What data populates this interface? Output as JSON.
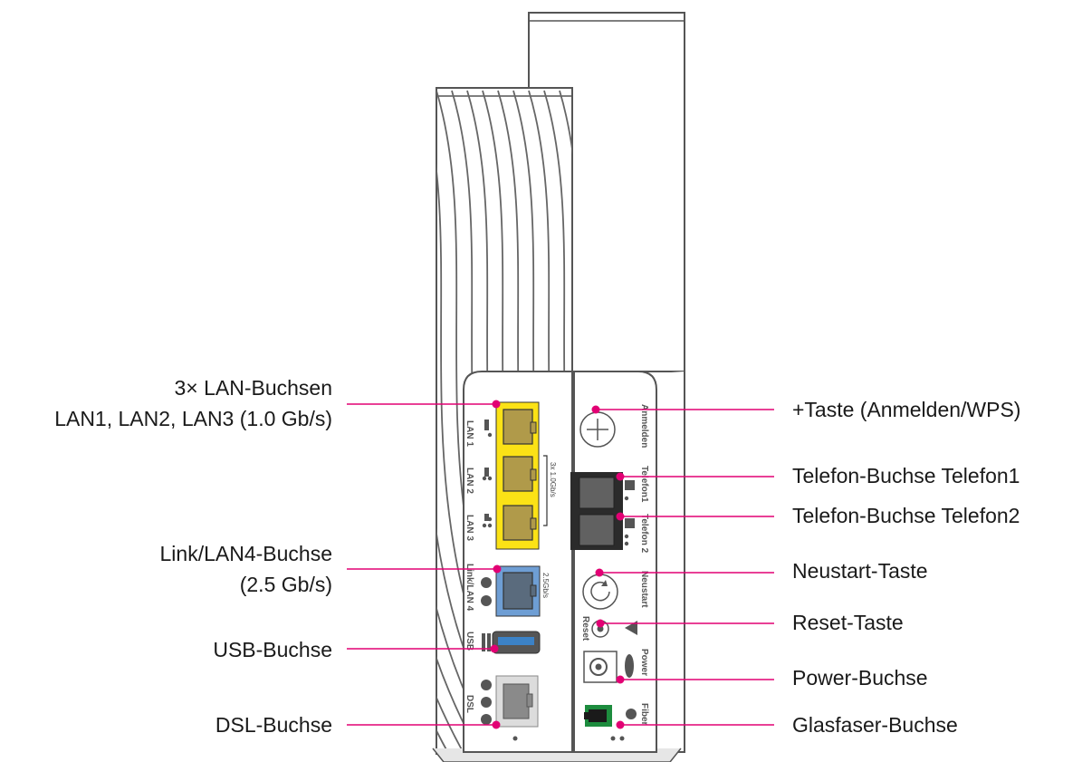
{
  "accent_color": "#e20074",
  "callouts_left": [
    {
      "id": "lan",
      "lines": [
        "3× LAN-Buchsen",
        "LAN1, LAN2, LAN3 (1.0 Gb/s)"
      ]
    },
    {
      "id": "link",
      "lines": [
        "Link/LAN4-Buchse",
        "(2.5 Gb/s)"
      ]
    },
    {
      "id": "usb",
      "lines": [
        "USB-Buchse"
      ]
    },
    {
      "id": "dsl",
      "lines": [
        "DSL-Buchse"
      ]
    }
  ],
  "callouts_right": [
    {
      "id": "wps",
      "lines": [
        "+Taste (Anmelden/WPS)"
      ]
    },
    {
      "id": "tel1",
      "lines": [
        "Telefon-Buchse Telefon1"
      ]
    },
    {
      "id": "tel2",
      "lines": [
        "Telefon-Buchse Telefon2"
      ]
    },
    {
      "id": "neustart",
      "lines": [
        "Neustart-Taste"
      ]
    },
    {
      "id": "reset",
      "lines": [
        "Reset-Taste"
      ]
    },
    {
      "id": "power",
      "lines": [
        "Power-Buchse"
      ]
    },
    {
      "id": "fiber",
      "lines": [
        "Glasfaser-Buchse"
      ]
    }
  ],
  "device_labels": {
    "lan1": "LAN 1",
    "lan2": "LAN 2",
    "lan3": "LAN 3",
    "lan_speed": "3x 1.0Gb/s",
    "link_lan4": "Link/LAN 4",
    "link_speed": "2.5Gb/s",
    "usb": "USB",
    "dsl": "DSL",
    "anmelden": "Anmelden",
    "telefon1": "Telefon1",
    "telefon2": "Telefon 2",
    "neustart": "Neustart",
    "reset": "Reset",
    "power": "Power",
    "fiber": "Fiber"
  }
}
